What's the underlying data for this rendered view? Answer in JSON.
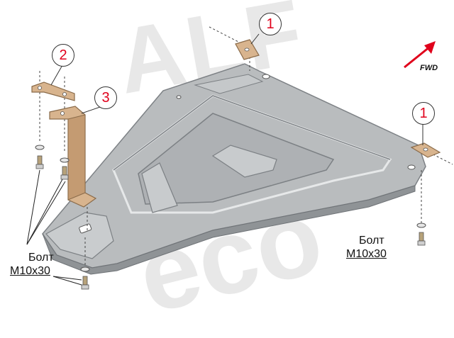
{
  "watermark": {
    "top_text": "ALF",
    "bottom_text": "eco"
  },
  "callouts": [
    {
      "id": "callout-1-top",
      "number": "1"
    },
    {
      "id": "callout-2",
      "number": "2"
    },
    {
      "id": "callout-3",
      "number": "3"
    },
    {
      "id": "callout-1-right",
      "number": "1"
    }
  ],
  "direction": {
    "label": "FWD",
    "arrow_color": "#e0001b"
  },
  "bolt_labels": [
    {
      "line1": "Болт",
      "line2": "M10x30"
    },
    {
      "line1": "Болт",
      "line2": "M10x30"
    }
  ],
  "colors": {
    "plate_fill": "#b9bcbe",
    "plate_shadow": "#8f9396",
    "bracket_fill": "#d8b48e",
    "bracket_edge": "#8a6b4a",
    "callout_text": "#e0001b"
  }
}
